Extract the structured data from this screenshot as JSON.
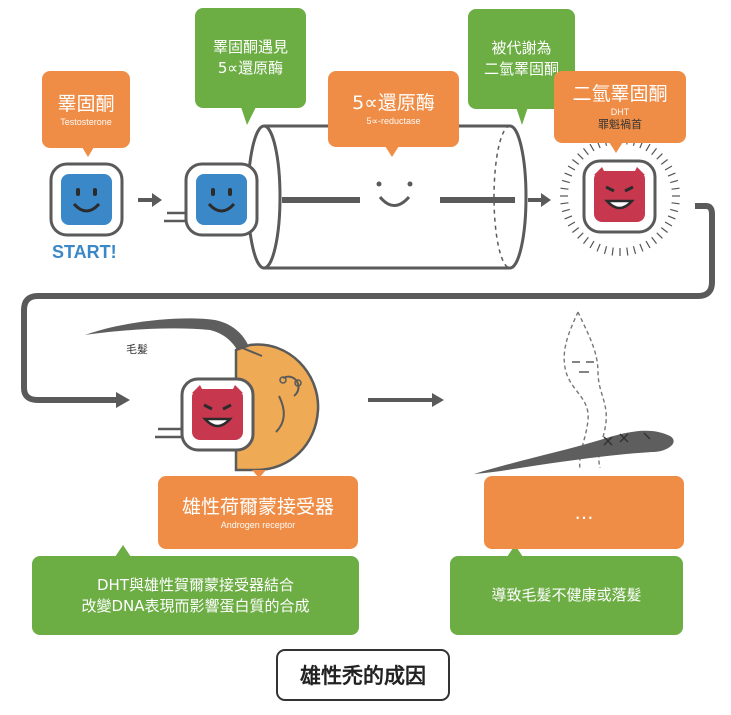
{
  "steps": {
    "testosterone": {
      "title": "睪固酮",
      "subtitle": "Testosterone",
      "start": "START!"
    },
    "meets_enzyme": {
      "line1": "睪固酮遇見",
      "line2": "5∝還原酶"
    },
    "enzyme": {
      "title": "5∝還原酶",
      "subtitle": "5∝-reductase"
    },
    "metabolized": {
      "line1": "被代謝為",
      "line2": "二氫睪固酮"
    },
    "dht": {
      "title": "二氫睪固酮",
      "abbr": "DHT",
      "note": "罪魁禍首"
    }
  },
  "hair_label": "毛髮",
  "receptor": {
    "title": "雄性荷爾蒙接受器",
    "subtitle": "Androgen receptor"
  },
  "binding_note": {
    "line1": "DHT與雄性賀爾蒙接受器結合",
    "line2": "改變DNA表現而影響蛋白質的合成"
  },
  "ellipsis_box": "…",
  "result_note": "導致毛髮不健康或落髮",
  "footer_title": "雄性禿的成因",
  "colors": {
    "green": "#6cad44",
    "orange": "#ef8d46",
    "blue": "#3a88c8",
    "crimson": "#c7384f",
    "gray": "#5e5e5e",
    "tan": "#eeaa55"
  }
}
